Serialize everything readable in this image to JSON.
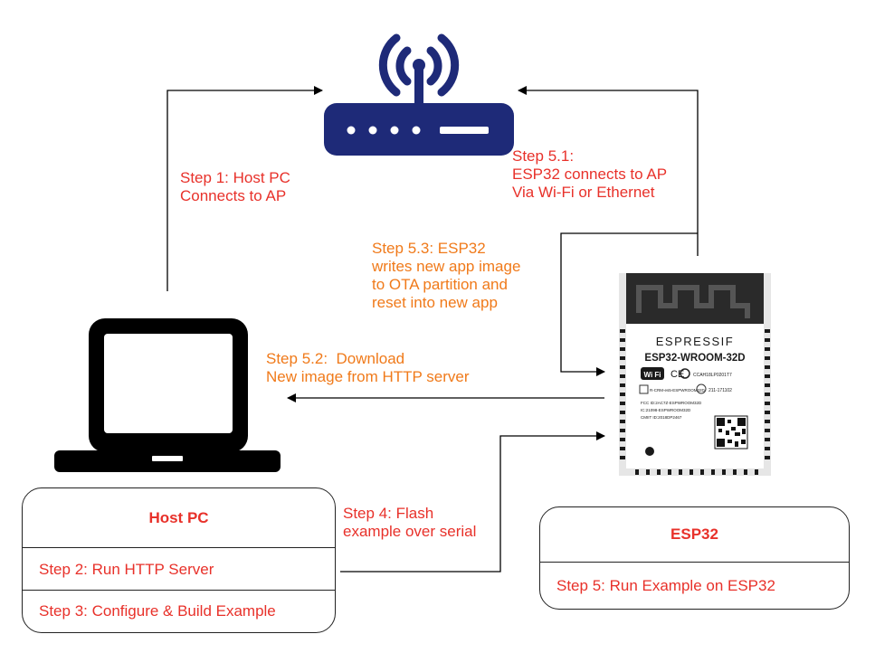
{
  "labels": {
    "step1": [
      "Step 1: Host PC",
      "Connects to AP"
    ],
    "step51": [
      "Step 5.1:",
      "ESP32 connects to AP",
      "Via Wi-Fi or Ethernet"
    ],
    "step53": [
      "Step 5.3: ESP32",
      "writes new app image",
      "to OTA partition and",
      "reset into new app"
    ],
    "step52": [
      "Step 5.2:  Download",
      "New image from HTTP server"
    ],
    "step4": [
      "Step 4: Flash",
      "example over serial"
    ]
  },
  "host_box": {
    "title": "Host PC",
    "row1": "Step 2: Run HTTP Server",
    "row2": "Step 3: Configure & Build Example"
  },
  "esp_box": {
    "title": "ESP32",
    "row1": "Step 5: Run Example on ESP32"
  },
  "module": {
    "brand": "ESPRESSIF",
    "model": "ESP32-WROOM-32D",
    "wifi": "Wi Fi",
    "ce": "CE",
    "ccah": "CCAH18LP0201T7",
    "rcrm": "R-CRM-es5-ESPWROOM32D",
    "code": "211-171102",
    "fcc": "FCC ID:2AC7Z-ESPWROOM32D",
    "ic": "IC:21098-ESPWROOM32D",
    "cmiit": "CMIIT ID:2018DP2467"
  },
  "colors": {
    "step_red": "#e8312a",
    "step_orange": "#f07a1a",
    "router": "#1e2a78"
  },
  "icons": [
    "router-icon",
    "laptop-icon",
    "esp32-module-image"
  ]
}
